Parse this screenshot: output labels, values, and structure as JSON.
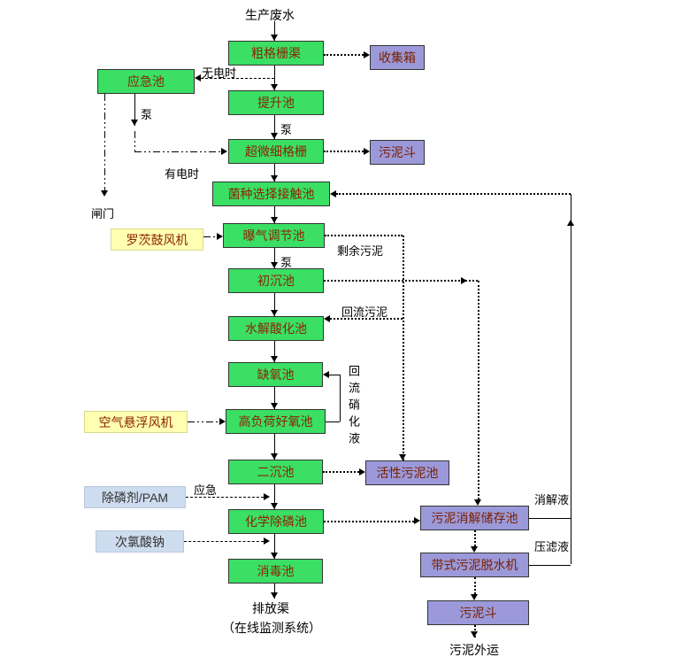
{
  "nodes": {
    "source": "生产废水",
    "coarse_screen": "粗格栅渠",
    "collection_box": "收集箱",
    "emergency_pool": "应急池",
    "lift_pool": "提升池",
    "fine_screen": "超微细格栅",
    "sludge_hopper_top": "污泥斗",
    "selector_pool": "菌种选择接触池",
    "aeration_pool": "曝气调节池",
    "roots_blower": "罗茨鼓风机",
    "primary_sed": "初沉池",
    "hydrolysis_pool": "水解酸化池",
    "anoxic_pool": "缺氧池",
    "aerobic_pool": "高负荷好氧池",
    "air_blower": "空气悬浮风机",
    "secondary_sed": "二沉池",
    "activated_sludge_pool": "活性污泥池",
    "pam_dosing": "除磷剂/PAM",
    "chem_phosphorus_pool": "化学除磷池",
    "naclo_dosing": "次氯酸钠",
    "disinfection_pool": "消毒池",
    "sludge_digestion_pool": "污泥消解储存池",
    "belt_dewaterer": "带式污泥脱水机",
    "sludge_hopper_bottom": "污泥斗",
    "outfall": "排放渠",
    "monitor": "（在线监测系统）",
    "sludge_out": "污泥外运"
  },
  "edge_labels": {
    "no_power": "无电时",
    "pump": "泵",
    "powered": "有电时",
    "gate": "闸门",
    "surplus_sludge": "剩余污泥",
    "return_sludge": "回流污泥",
    "nitrified_recycle": "回流硝化液",
    "emergency": "应急",
    "digestate": "消解液",
    "filtrate": "压滤液"
  },
  "colors": {
    "process_green": "#3adf63",
    "sludge_purple": "#9b99d9",
    "blower_yellow": "#ffffb2",
    "chemical_blue": "#cddcee",
    "line_black": "#000000",
    "box_text_red": "#8b2400"
  }
}
